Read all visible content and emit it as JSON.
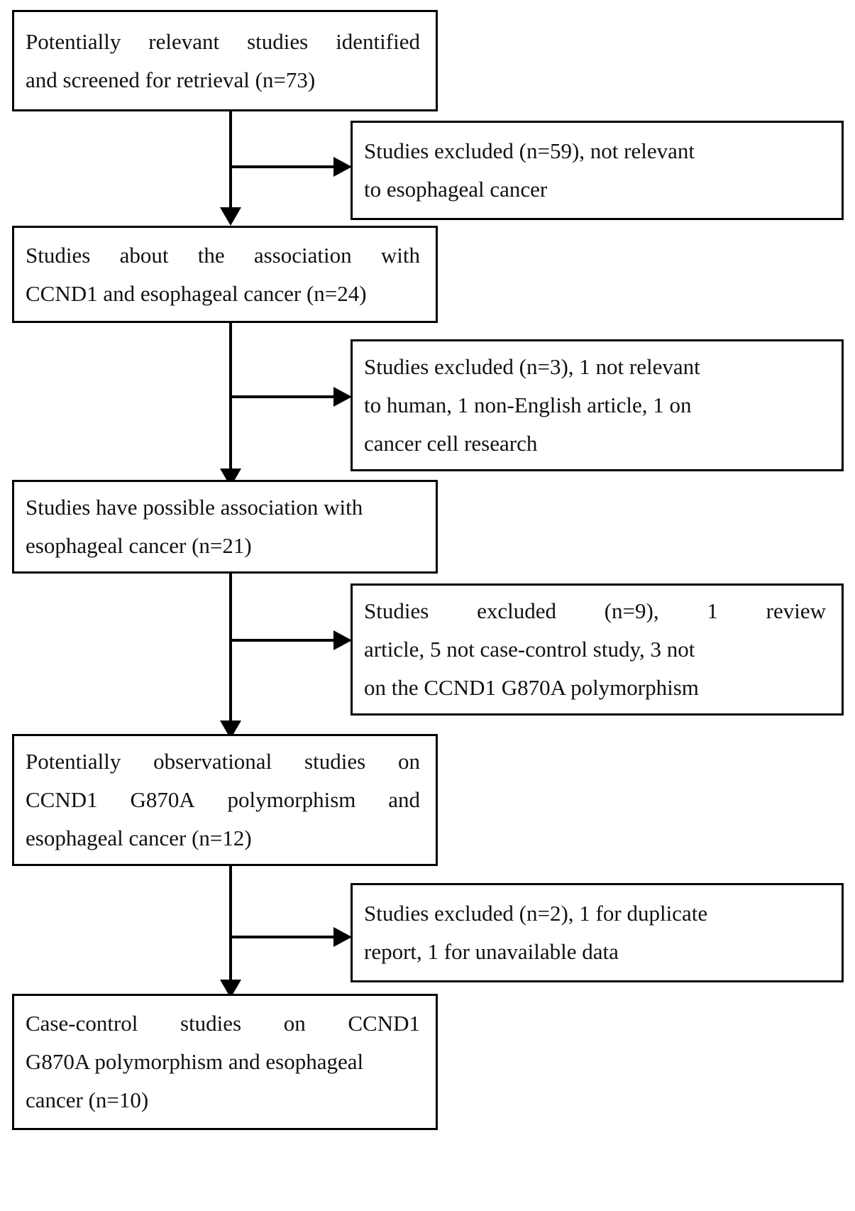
{
  "diagram": {
    "title": "PRISMA study selection flow diagram",
    "stroke_color": "#000000",
    "background_color": "#ffffff",
    "main_boxes": [
      {
        "id": "identified",
        "lines": [
          {
            "text": "Potentially relevant studies identified",
            "segments": [
              "Potentially",
              "relevant",
              "studies",
              "identified"
            ],
            "justified": true
          },
          {
            "text": "and screened for retrieval (n=73)",
            "segments": [
              "and screened for retrieval (n=73)"
            ],
            "justified": false
          }
        ],
        "count": 73
      },
      {
        "id": "association-ccnd1",
        "lines": [
          {
            "text": "Studies about the association with",
            "segments": [
              "Studies",
              "about",
              "the",
              "association",
              "with"
            ],
            "justified": true
          },
          {
            "text": "CCND1 and esophageal cancer (n=24)",
            "segments": [
              "CCND1 and esophageal cancer (n=24)"
            ],
            "justified": false
          }
        ],
        "count": 24
      },
      {
        "id": "possible-association",
        "lines": [
          {
            "text": "Studies have possible association with",
            "segments": [
              "Studies have possible association with"
            ],
            "justified": false
          },
          {
            "text": "esophageal cancer (n=21)",
            "segments": [
              "esophageal cancer (n=21)"
            ],
            "justified": false
          }
        ],
        "count": 21
      },
      {
        "id": "observational",
        "lines": [
          {
            "text": "Potentially observational studies on",
            "segments": [
              "Potentially",
              "observational",
              "studies",
              "on"
            ],
            "justified": true
          },
          {
            "text": "CCND1 G870A polymorphism and",
            "segments": [
              "CCND1",
              "G870A",
              "polymorphism",
              "and"
            ],
            "justified": true
          },
          {
            "text": "esophageal cancer (n=12)",
            "segments": [
              "esophageal cancer (n=12)"
            ],
            "justified": false
          }
        ],
        "count": 12
      },
      {
        "id": "case-control-final",
        "lines": [
          {
            "text": "Case-control studies on CCND1",
            "segments": [
              "Case-control",
              "studies",
              "on",
              "CCND1"
            ],
            "justified": true
          },
          {
            "text": "G870A polymorphism and esophageal",
            "segments": [
              "G870A polymorphism and esophageal"
            ],
            "justified": false
          },
          {
            "text": "cancer (n=10)",
            "segments": [
              "cancer (n=10)"
            ],
            "justified": false
          }
        ],
        "count": 10
      }
    ],
    "exclusion_boxes": [
      {
        "id": "excluded-59",
        "lines": [
          {
            "text": "Studies excluded (n=59), not relevant",
            "segments": [
              "Studies excluded (n=59), not relevant"
            ],
            "justified": false
          },
          {
            "text": "to esophageal cancer",
            "segments": [
              "to esophageal cancer"
            ],
            "justified": false
          }
        ],
        "count": 59
      },
      {
        "id": "excluded-3",
        "lines": [
          {
            "text": "Studies excluded (n=3), 1 not relevant",
            "segments": [
              "Studies excluded (n=3), 1 not relevant"
            ],
            "justified": false
          },
          {
            "text": "to human, 1 non-English article, 1 on",
            "segments": [
              "to human, 1 non-English article, 1 on"
            ],
            "justified": false
          },
          {
            "text": "cancer cell research",
            "segments": [
              "cancer cell research"
            ],
            "justified": false
          }
        ],
        "count": 3
      },
      {
        "id": "excluded-9",
        "lines": [
          {
            "text": "Studies excluded (n=9), 1 review",
            "segments": [
              "Studies",
              "excluded",
              "(n=9),",
              "1",
              "review"
            ],
            "justified": true
          },
          {
            "text": "article, 5 not case-control study, 3 not",
            "segments": [
              "article, 5 not case-control study, 3 not"
            ],
            "justified": false
          },
          {
            "text": "on the CCND1 G870A polymorphism",
            "segments": [
              "on the CCND1 G870A polymorphism"
            ],
            "justified": false
          }
        ],
        "count": 9
      },
      {
        "id": "excluded-2",
        "lines": [
          {
            "text": "Studies excluded (n=2), 1 for duplicate",
            "segments": [
              "Studies excluded (n=2), 1 for duplicate"
            ],
            "justified": false
          },
          {
            "text": "report, 1 for unavailable data",
            "segments": [
              "report, 1 for unavailable data"
            ],
            "justified": false
          }
        ],
        "count": 2
      }
    ]
  }
}
